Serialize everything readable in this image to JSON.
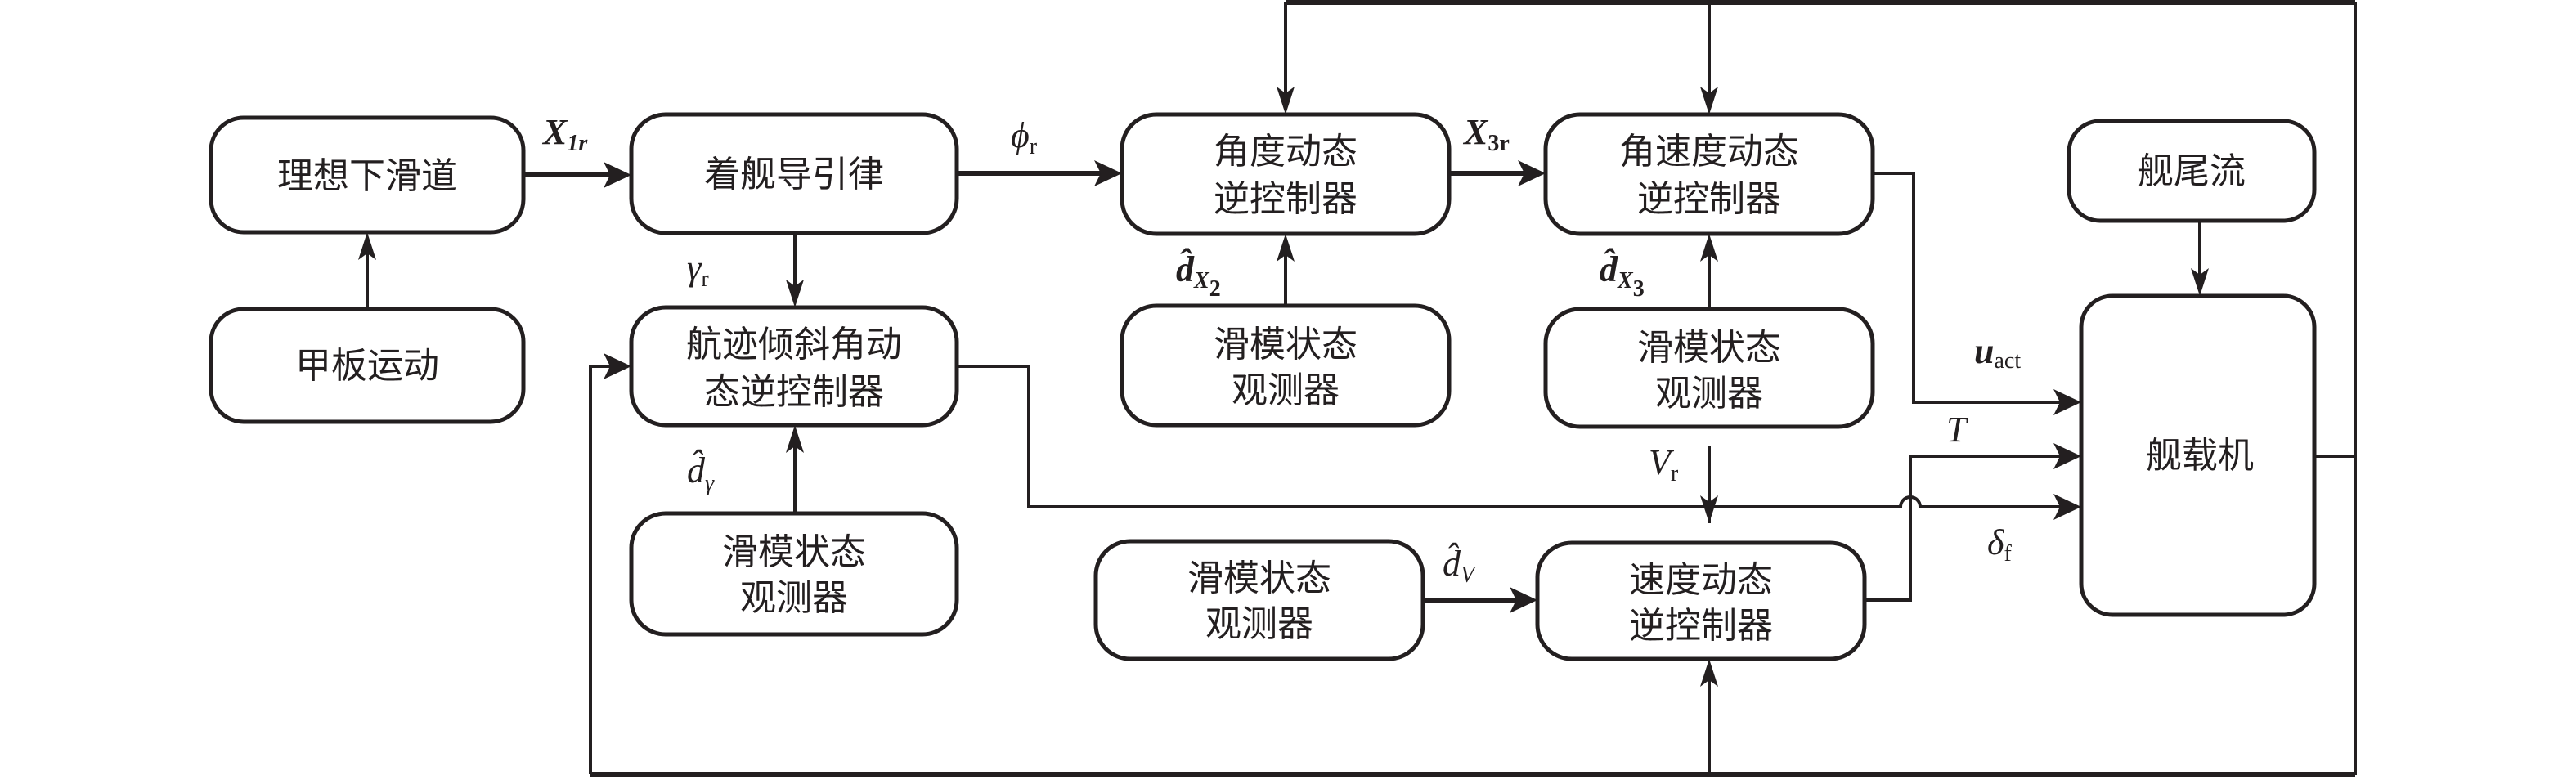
{
  "diagram": {
    "title": "Carrier landing control system block diagram",
    "blocks": {
      "ideal_glideslope": {
        "lines": [
          "理想下滑道"
        ]
      },
      "deck_motion": {
        "lines": [
          "甲板运动"
        ]
      },
      "guidance_law": {
        "lines": [
          "着舰导引律"
        ]
      },
      "flight_path_ndi": {
        "lines": [
          "航迹倾斜角动",
          "态逆控制器"
        ]
      },
      "smo_gamma": {
        "lines": [
          "滑模状态",
          "观测器"
        ]
      },
      "angle_ndi": {
        "lines": [
          "角度动态",
          "逆控制器"
        ]
      },
      "smo_x2": {
        "lines": [
          "滑模状态",
          "观测器"
        ]
      },
      "angular_rate_ndi": {
        "lines": [
          "角速度动态",
          "逆控制器"
        ]
      },
      "smo_x3": {
        "lines": [
          "滑模状态",
          "观测器"
        ]
      },
      "carrier_airwake": {
        "lines": [
          "舰尾流"
        ]
      },
      "aircraft": {
        "lines": [
          "舰载机"
        ]
      },
      "smo_v": {
        "lines": [
          "滑模状态",
          "观测器"
        ]
      },
      "speed_ndi": {
        "lines": [
          "速度动态",
          "逆控制器"
        ]
      }
    },
    "signals": {
      "x1r": {
        "main": "X",
        "sub": "1r"
      },
      "phi_r": {
        "main": "ϕ",
        "sub": "r"
      },
      "x3r": {
        "main": "X",
        "sub": "3r"
      },
      "gamma_r": {
        "main": "γ",
        "sub": "r"
      },
      "d_x2": {
        "main": "d̂",
        "sub": "X",
        "subsub": "2"
      },
      "d_x3": {
        "main": "d̂",
        "sub": "X",
        "subsub": "3"
      },
      "d_gamma": {
        "main": "d̂",
        "sub": "γ"
      },
      "d_v": {
        "main": "d̂",
        "sub": "V"
      },
      "u_act": {
        "main": "u",
        "sub": "act"
      },
      "thrust": {
        "main": "T"
      },
      "v_r": {
        "main": "V",
        "sub": "r"
      },
      "delta_f": {
        "main": "δ",
        "sub": "f"
      }
    }
  }
}
